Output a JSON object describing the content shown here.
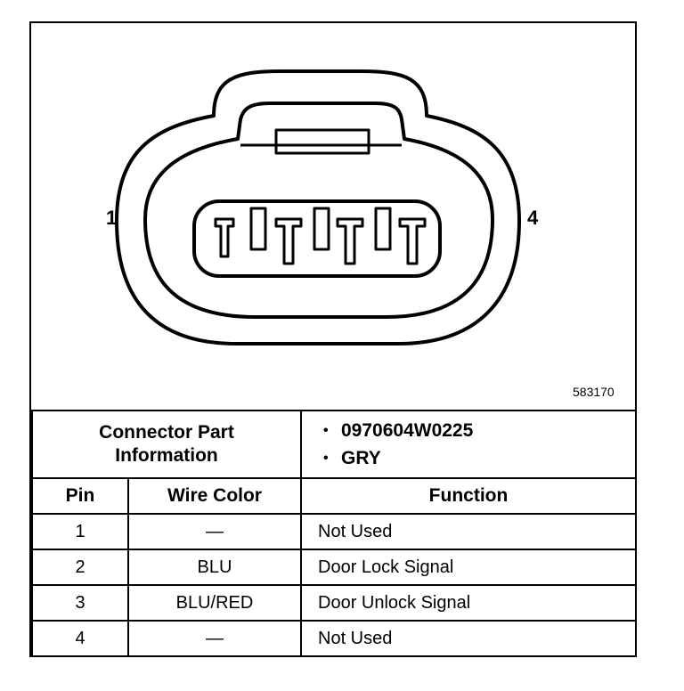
{
  "diagram": {
    "pin_left": "1",
    "pin_right": "4",
    "figure_id": "583170"
  },
  "connector": {
    "label_line1": "Connector Part",
    "label_line2": "Information",
    "part_number": "0970604W0225",
    "color": "GRY"
  },
  "table": {
    "headers": {
      "pin": "Pin",
      "wire_color": "Wire Color",
      "function": "Function"
    },
    "rows": [
      {
        "pin": "1",
        "wire_color": "—",
        "function": "Not Used"
      },
      {
        "pin": "2",
        "wire_color": "BLU",
        "function": "Door Lock Signal"
      },
      {
        "pin": "3",
        "wire_color": "BLU/RED",
        "function": "Door Unlock Signal"
      },
      {
        "pin": "4",
        "wire_color": "—",
        "function": "Not Used"
      }
    ]
  }
}
